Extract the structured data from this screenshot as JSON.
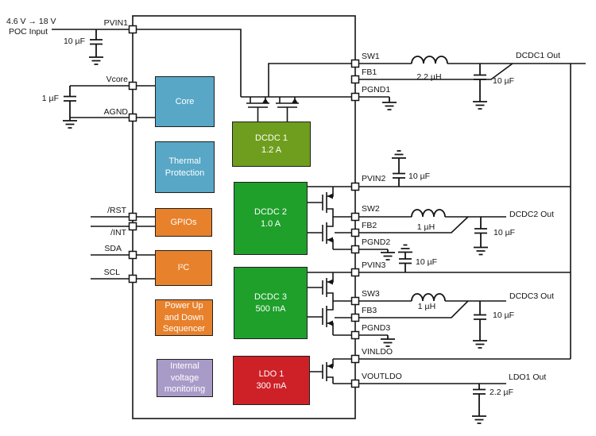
{
  "input": {
    "voltage_range": "4.6 V → 18 V",
    "name": "POC Input",
    "cap_value": "10 µF"
  },
  "decoupling": {
    "vcore_cap": "1 µF",
    "pvin2_cap": "10 µF",
    "pvin3_cap": "10 µF"
  },
  "pins": {
    "left": [
      {
        "label": "PVIN1"
      },
      {
        "label": "Vcore"
      },
      {
        "label": "AGND"
      },
      {
        "label": "/RST"
      },
      {
        "label": "/INT"
      },
      {
        "label": "SDA"
      },
      {
        "label": "SCL"
      }
    ],
    "right": [
      {
        "label": "SW1"
      },
      {
        "label": "FB1"
      },
      {
        "label": "PGND1"
      },
      {
        "label": "PVIN2"
      },
      {
        "label": "SW2"
      },
      {
        "label": "FB2"
      },
      {
        "label": "PGND2"
      },
      {
        "label": "PVIN3"
      },
      {
        "label": "SW3"
      },
      {
        "label": "FB3"
      },
      {
        "label": "PGND3"
      },
      {
        "label": "VINLDO"
      },
      {
        "label": "VOUTLDO"
      }
    ]
  },
  "blocks": {
    "core": {
      "label": "Core",
      "color": "#58a7c6"
    },
    "thermal": {
      "label": "Thermal\nProtection",
      "color": "#58a7c6"
    },
    "gpios": {
      "label": "GPIOs",
      "color": "#e8812b"
    },
    "i2c": {
      "label": "I²C",
      "color": "#e8812b"
    },
    "sequencer": {
      "label": "Power Up\nand Down\nSequencer",
      "color": "#e8812b"
    },
    "monitor": {
      "label": "Internal\nvoltage\nmonitoring",
      "color": "#a89bc8"
    },
    "dcdc1": {
      "name": "DCDC 1",
      "rating": "1.2 A",
      "color": "#6f9e1e"
    },
    "dcdc2": {
      "name": "DCDC 2",
      "rating": "1.0 A",
      "color": "#1ea02b"
    },
    "dcdc3": {
      "name": "DCDC 3",
      "rating": "500 mA",
      "color": "#1ea02b"
    },
    "ldo1": {
      "name": "LDO 1",
      "rating": "300 mA",
      "color": "#cd2127"
    }
  },
  "outputs": {
    "dcdc1": {
      "label": "DCDC1 Out",
      "inductor": "2.2 µH",
      "cap": "10 µF"
    },
    "dcdc2": {
      "label": "DCDC2 Out",
      "inductor": "1 µH",
      "cap": "10 µF"
    },
    "dcdc3": {
      "label": "DCDC3 Out",
      "inductor": "1 µH",
      "cap": "10 µF"
    },
    "ldo1": {
      "label": "LDO1 Out",
      "cap": "2.2 µF"
    }
  },
  "colors": {
    "wire": "#141414",
    "background": "#ffffff",
    "pin_fill": "#ffffff"
  }
}
